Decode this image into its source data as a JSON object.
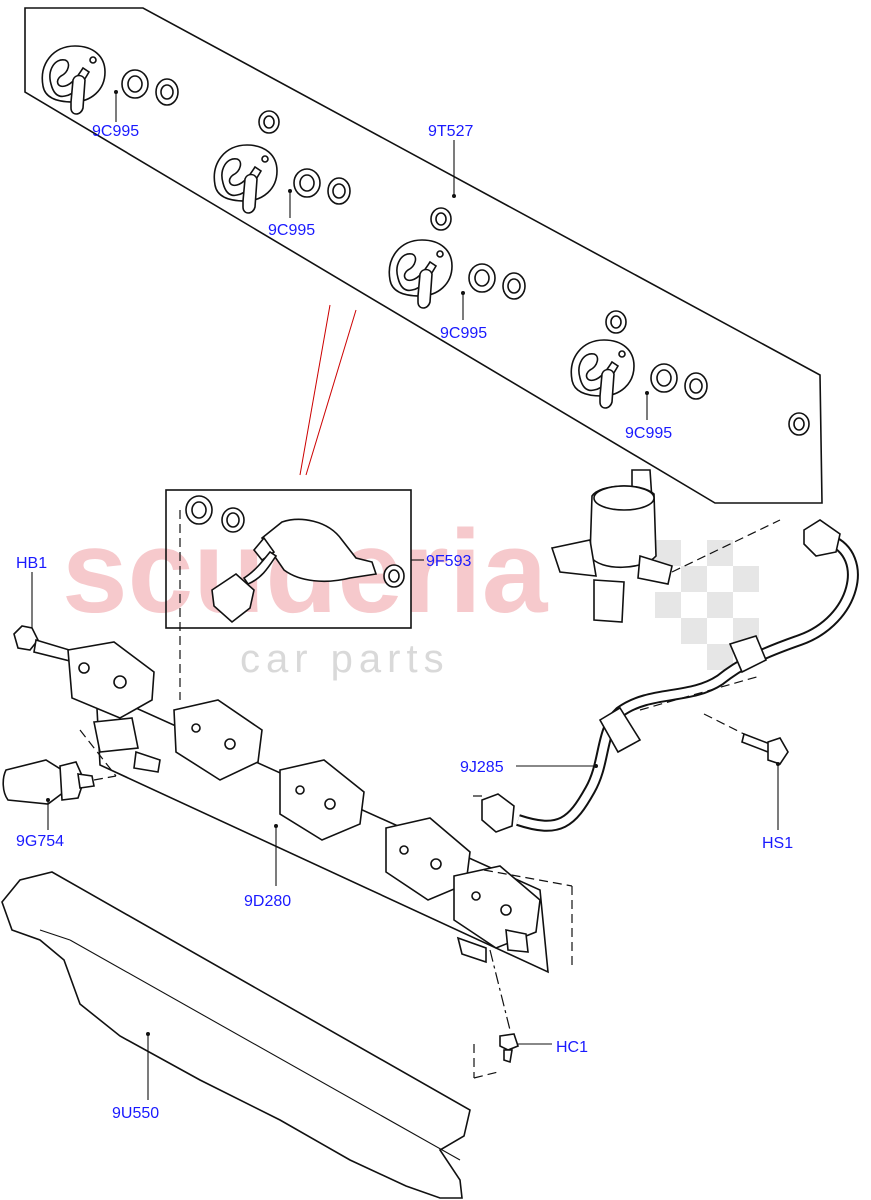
{
  "watermark": {
    "main": "scuderia",
    "sub": "car parts"
  },
  "labels": {
    "clip_1": "9C995",
    "clip_2": "9C995",
    "clip_3": "9C995",
    "clip_4": "9C995",
    "seal_kit": "9T527",
    "injector": "9F593",
    "bolt_left": "HB1",
    "pressure_sensor": "9G754",
    "fuel_rail": "9D280",
    "heat_shield": "9U550",
    "fuel_pipe": "9J285",
    "bolt_right": "HS1",
    "clip_bolt": "HC1"
  },
  "colors": {
    "label": "#1a1aff",
    "line": "#111111",
    "watermark": "#f6c9cc",
    "callout_red": "#cc0000"
  }
}
